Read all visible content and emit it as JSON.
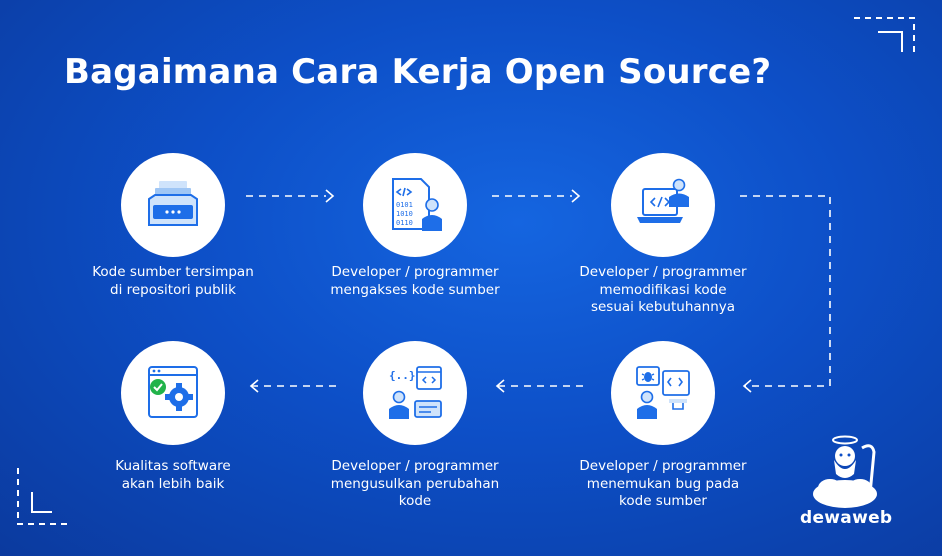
{
  "title": "Bagaimana Cara Kerja Open Source?",
  "steps": [
    {
      "icon": "repository-icon",
      "lines": [
        "Kode sumber tersimpan",
        "di repositori publik"
      ]
    },
    {
      "icon": "developer-code-icon",
      "lines": [
        "Developer / programmer",
        "mengakses kode sumber"
      ]
    },
    {
      "icon": "developer-laptop-icon",
      "lines": [
        "Developer / programmer",
        "memodifikasi kode",
        "sesuai kebutuhannya"
      ]
    },
    {
      "icon": "bug-report-icon",
      "lines": [
        "Developer / programmer",
        "menemukan bug pada",
        "kode sumber"
      ]
    },
    {
      "icon": "code-proposal-icon",
      "lines": [
        "Developer / programmer",
        "mengusulkan perubahan",
        "kode"
      ]
    },
    {
      "icon": "software-quality-icon",
      "lines": [
        "Kualitas software",
        "akan lebih baik"
      ]
    }
  ],
  "brand": {
    "name": "dewaweb"
  },
  "colors": {
    "background": "#0d4fc7",
    "accent": "#1e6ee8",
    "light_accent": "#cfe3fb"
  }
}
